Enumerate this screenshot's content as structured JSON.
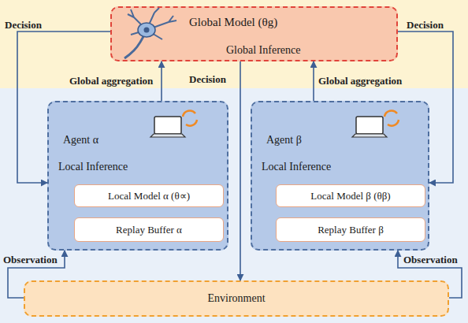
{
  "diagram": {
    "nodes": [
      {
        "text": [
          "Global Model (θg)",
          "Global Inference"
        ]
      },
      {
        "text": [
          "Agent α",
          "Local Inference"
        ]
      },
      {
        "text": [
          "Local Model α (θ∝)"
        ],
        "in": 1
      },
      {
        "text": [
          "Replay Buffer α"
        ],
        "in": 1
      },
      {
        "text": [
          "Agent β",
          "Local Inference"
        ]
      },
      {
        "text": [
          "Local Model β (θβ)"
        ],
        "in": 4
      },
      {
        "text": [
          "Replay Buffer β"
        ],
        "in": 4
      },
      {
        "text": [
          "Environment"
        ]
      }
    ],
    "edges": [
      {
        "from": 1,
        "to": 0,
        "label": "Global aggregation",
        "arrow": "to"
      },
      {
        "from": 4,
        "to": 0,
        "label": "Global aggregation",
        "arrow": "to"
      },
      {
        "from": 0,
        "to": 1,
        "label": "Decision",
        "arrow": "to"
      },
      {
        "from": 0,
        "to": 4,
        "label": "Decision",
        "arrow": "to"
      },
      {
        "from": 0,
        "to": 7,
        "label": "Decision",
        "arrow": "to"
      },
      {
        "from": 7,
        "to": 1,
        "label": "Observation",
        "arrow": "to"
      },
      {
        "from": 7,
        "to": 4,
        "label": "Observation",
        "arrow": "to"
      }
    ]
  }
}
